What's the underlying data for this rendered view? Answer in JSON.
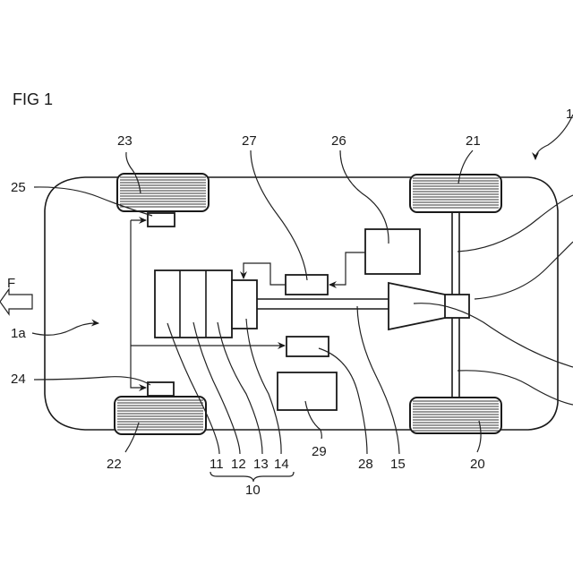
{
  "figure": {
    "title": "FIG 1",
    "colors": {
      "line": "#1a1a1a",
      "background": "#ffffff"
    },
    "force_label": "F",
    "labels": {
      "vehicle_ref": "1",
      "interior": "1a",
      "battery_assembly": "10",
      "cell_11": "11",
      "cell_12": "12",
      "cell_13": "13",
      "converter_14": "14",
      "drive_shaft": "15",
      "rear_right_wheel": "20",
      "rear_left_wheel": "21",
      "front_right_wheel": "22",
      "front_left_wheel": "23",
      "sensor_24": "24",
      "sensor_25": "25",
      "unit_26": "26",
      "unit_27": "27",
      "unit_28": "28",
      "unit_29": "29"
    }
  }
}
